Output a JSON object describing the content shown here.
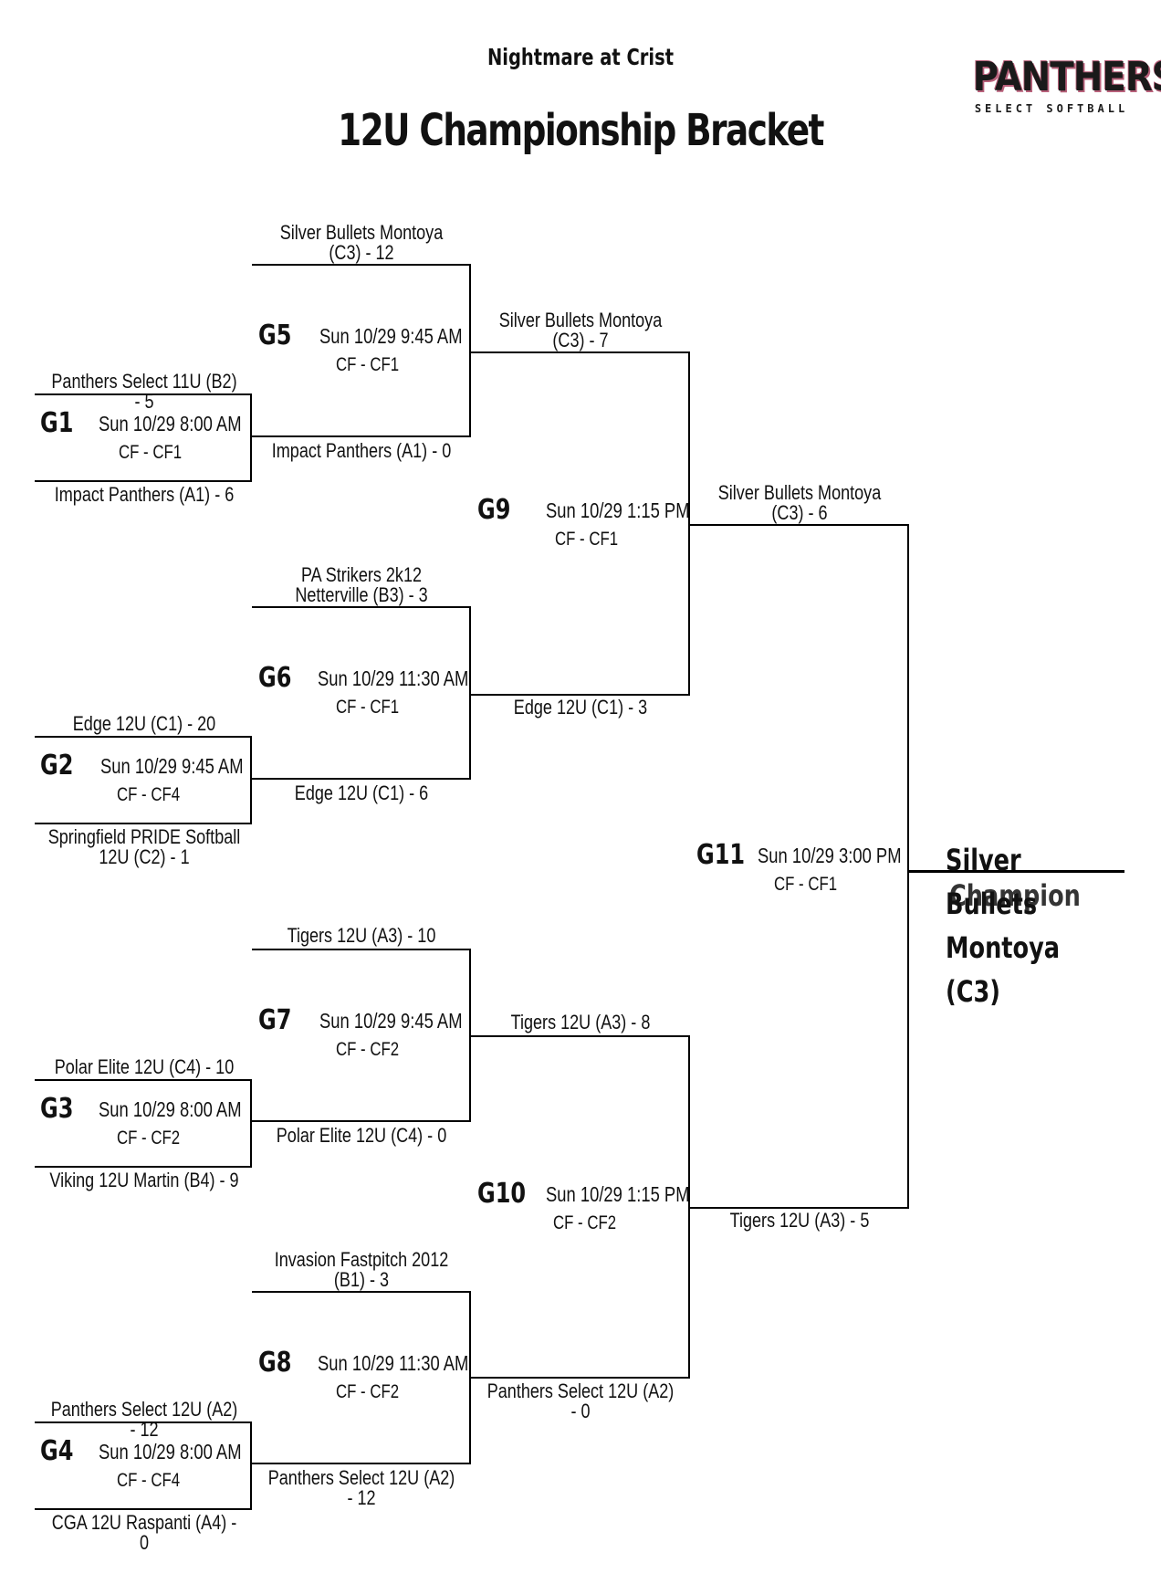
{
  "event_title": "Nightmare at Crist",
  "bracket_title": "12U Championship Bracket",
  "logo": {
    "word": "PANTHERS",
    "subtitle": "SELECT SOFTBALL"
  },
  "games": {
    "g1": {
      "label": "G1",
      "time": "Sun 10/29  8:00 AM",
      "field": "CF - CF1",
      "top_team": "Panthers Select 11U (B2) - 5",
      "bottom_team": "Impact Panthers (A1) - 6"
    },
    "g2": {
      "label": "G2",
      "time": "Sun 10/29  9:45 AM",
      "field": "CF - CF4",
      "top_team": "Edge 12U (C1) - 20",
      "bottom_team": "Springfield PRIDE Softball 12U (C2) - 1"
    },
    "g3": {
      "label": "G3",
      "time": "Sun 10/29  8:00 AM",
      "field": "CF - CF2",
      "top_team": "Polar Elite 12U (C4) - 10",
      "bottom_team": "Viking 12U Martin (B4) - 9"
    },
    "g4": {
      "label": "G4",
      "time": "Sun 10/29  8:00 AM",
      "field": "CF - CF4",
      "top_team": "Panthers Select 12U (A2) - 12",
      "bottom_team": "CGA 12U Raspanti (A4) - 0"
    },
    "g5": {
      "label": "G5",
      "time": "Sun 10/29  9:45 AM",
      "field": "CF - CF1",
      "top_team": "Silver Bullets Montoya (C3) - 12",
      "bottom_team": "Impact Panthers (A1) - 0"
    },
    "g6": {
      "label": "G6",
      "time": "Sun 10/29  11:30 AM",
      "field": "CF - CF1",
      "top_team": "PA Strikers 2k12 Netterville (B3) - 3",
      "bottom_team": "Edge 12U (C1) - 6"
    },
    "g7": {
      "label": "G7",
      "time": "Sun 10/29  9:45 AM",
      "field": "CF - CF2",
      "top_team": "Tigers 12U (A3) - 10",
      "bottom_team": "Polar Elite 12U (C4) - 0"
    },
    "g8": {
      "label": "G8",
      "time": "Sun 10/29  11:30 AM",
      "field": "CF - CF2",
      "top_team": "Invasion Fastpitch 2012 (B1) - 3",
      "bottom_team": "Panthers Select 12U (A2) - 12"
    },
    "g9": {
      "label": "G9",
      "time": "Sun 10/29  1:15 PM",
      "field": "CF - CF1",
      "top_team": "Silver Bullets Montoya (C3) - 7",
      "bottom_team": "Edge 12U (C1) - 3"
    },
    "g10": {
      "label": "G10",
      "time": "Sun 10/29  1:15 PM",
      "field": "CF - CF2",
      "top_team": "Tigers 12U (A3) - 8",
      "bottom_team": "Panthers Select 12U (A2) - 0"
    },
    "g11": {
      "label": "G11",
      "time": "Sun 10/29  3:00 PM",
      "field": "CF - CF1",
      "top_team": "Silver Bullets Montoya (C3) - 6",
      "bottom_team": "Tigers 12U (A3) - 5"
    }
  },
  "champion": {
    "name": "Silver Bullets Montoya (C3)",
    "label": "Champion"
  }
}
